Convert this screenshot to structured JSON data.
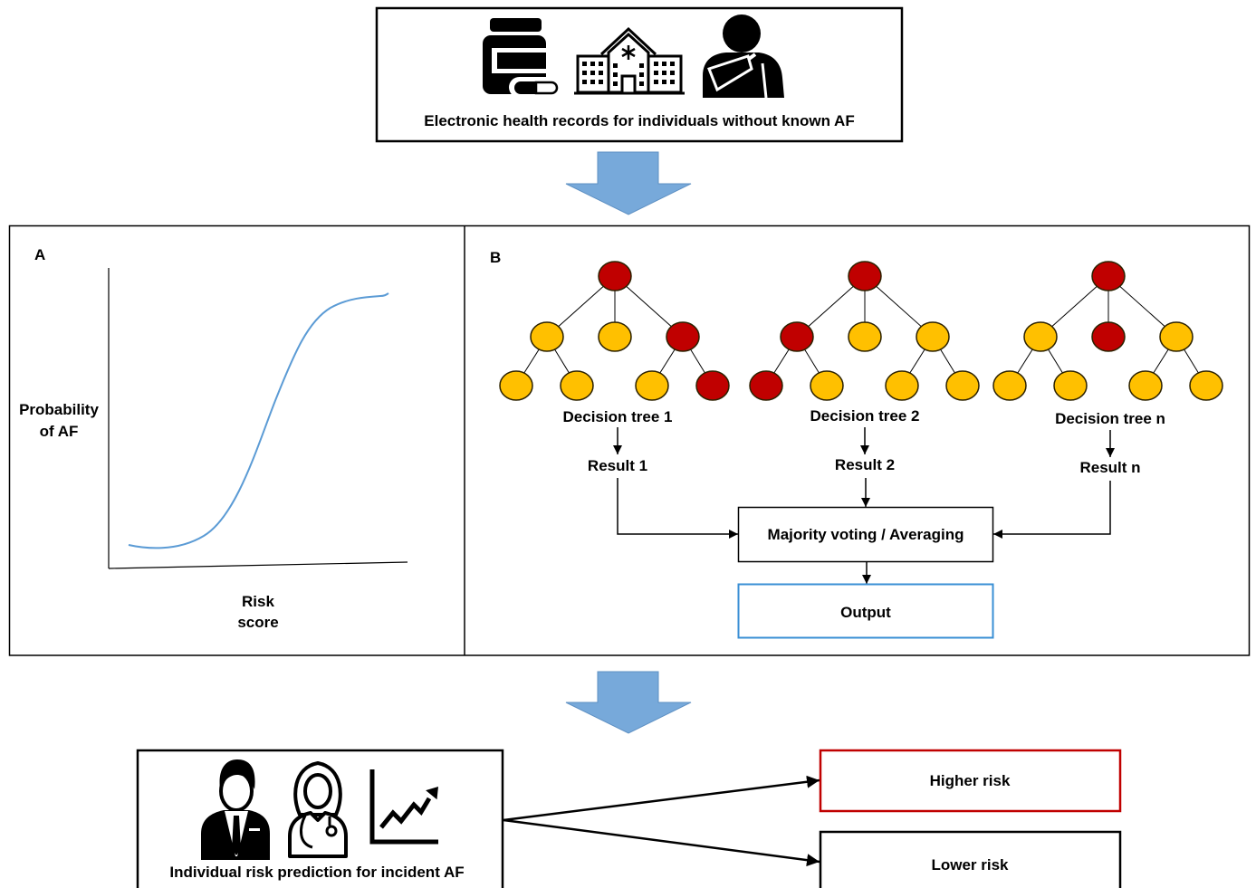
{
  "input": {
    "caption": "Electronic health records for individuals without known AF",
    "icons": [
      "medicine-bottle-icon",
      "hospital-icon",
      "injured-person-icon"
    ]
  },
  "panel_a": {
    "label": "A",
    "y_axis_label": [
      "Probability",
      "of AF"
    ],
    "x_axis_label": [
      "Risk",
      "score"
    ]
  },
  "panel_b": {
    "label": "B",
    "trees": [
      {
        "label": "Decision tree 1",
        "result": "Result 1",
        "root": "#c00000",
        "branches": [
          {
            "node": "#ffc000",
            "children": [
              "#ffc000",
              "#ffc000"
            ]
          },
          {
            "node": "#ffc000",
            "children": []
          },
          {
            "node": "#c00000",
            "children": [
              "#ffc000",
              "#c00000"
            ]
          }
        ]
      },
      {
        "label": "Decision tree 2",
        "result": "Result 2",
        "root": "#c00000",
        "branches": [
          {
            "node": "#c00000",
            "children": [
              "#c00000",
              "#ffc000"
            ]
          },
          {
            "node": "#ffc000",
            "children": []
          },
          {
            "node": "#ffc000",
            "children": [
              "#ffc000",
              "#ffc000"
            ]
          }
        ]
      },
      {
        "label": "Decision tree n",
        "result": "Result n",
        "root": "#c00000",
        "branches": [
          {
            "node": "#ffc000",
            "children": [
              "#ffc000",
              "#ffc000"
            ]
          },
          {
            "node": "#c00000",
            "children": []
          },
          {
            "node": "#ffc000",
            "children": [
              "#ffc000",
              "#ffc000"
            ]
          }
        ]
      }
    ],
    "aggregator": "Majority voting / Averaging",
    "output": "Output"
  },
  "prediction": {
    "caption": "Individual risk prediction for incident AF",
    "icons": [
      "businessman-icon",
      "female-doctor-icon",
      "line-chart-icon"
    ]
  },
  "outcomes": {
    "higher": "Higher risk",
    "lower": "Lower risk"
  },
  "colors": {
    "flow_arrow": "#77a9da",
    "curve": "#5b9bd5",
    "node_red": "#c00000",
    "node_yellow": "#ffc000",
    "output_border": "#3a8fd4",
    "higher_risk_border": "#c00000"
  }
}
